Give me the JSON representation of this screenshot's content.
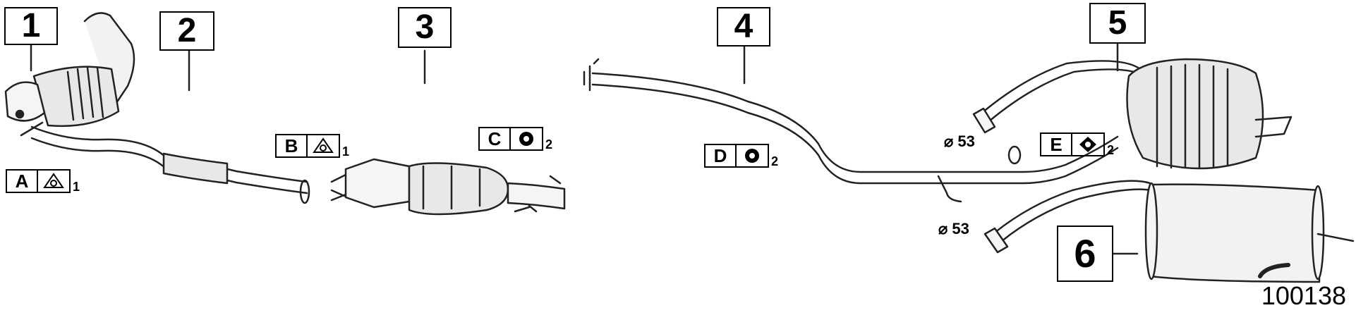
{
  "callouts": [
    {
      "id": "c1",
      "label": "1"
    },
    {
      "id": "c2",
      "label": "2"
    },
    {
      "id": "c3",
      "label": "3"
    },
    {
      "id": "c4",
      "label": "4"
    },
    {
      "id": "c5",
      "label": "5"
    },
    {
      "id": "c6",
      "label": "6"
    }
  ],
  "parts": [
    {
      "letter": "A",
      "symbol": "gasket-icon",
      "qty": "1"
    },
    {
      "letter": "B",
      "symbol": "gasket-icon",
      "qty": "1"
    },
    {
      "letter": "C",
      "symbol": "rubber-mount-icon",
      "qty": "2"
    },
    {
      "letter": "D",
      "symbol": "rubber-mount-icon",
      "qty": "2"
    },
    {
      "letter": "E",
      "symbol": "hanger-mount-icon",
      "qty": "2"
    }
  ],
  "dimensions": [
    {
      "label": "⌀ 53"
    },
    {
      "label": "⌀ 53"
    }
  ],
  "reference_number": "100138"
}
